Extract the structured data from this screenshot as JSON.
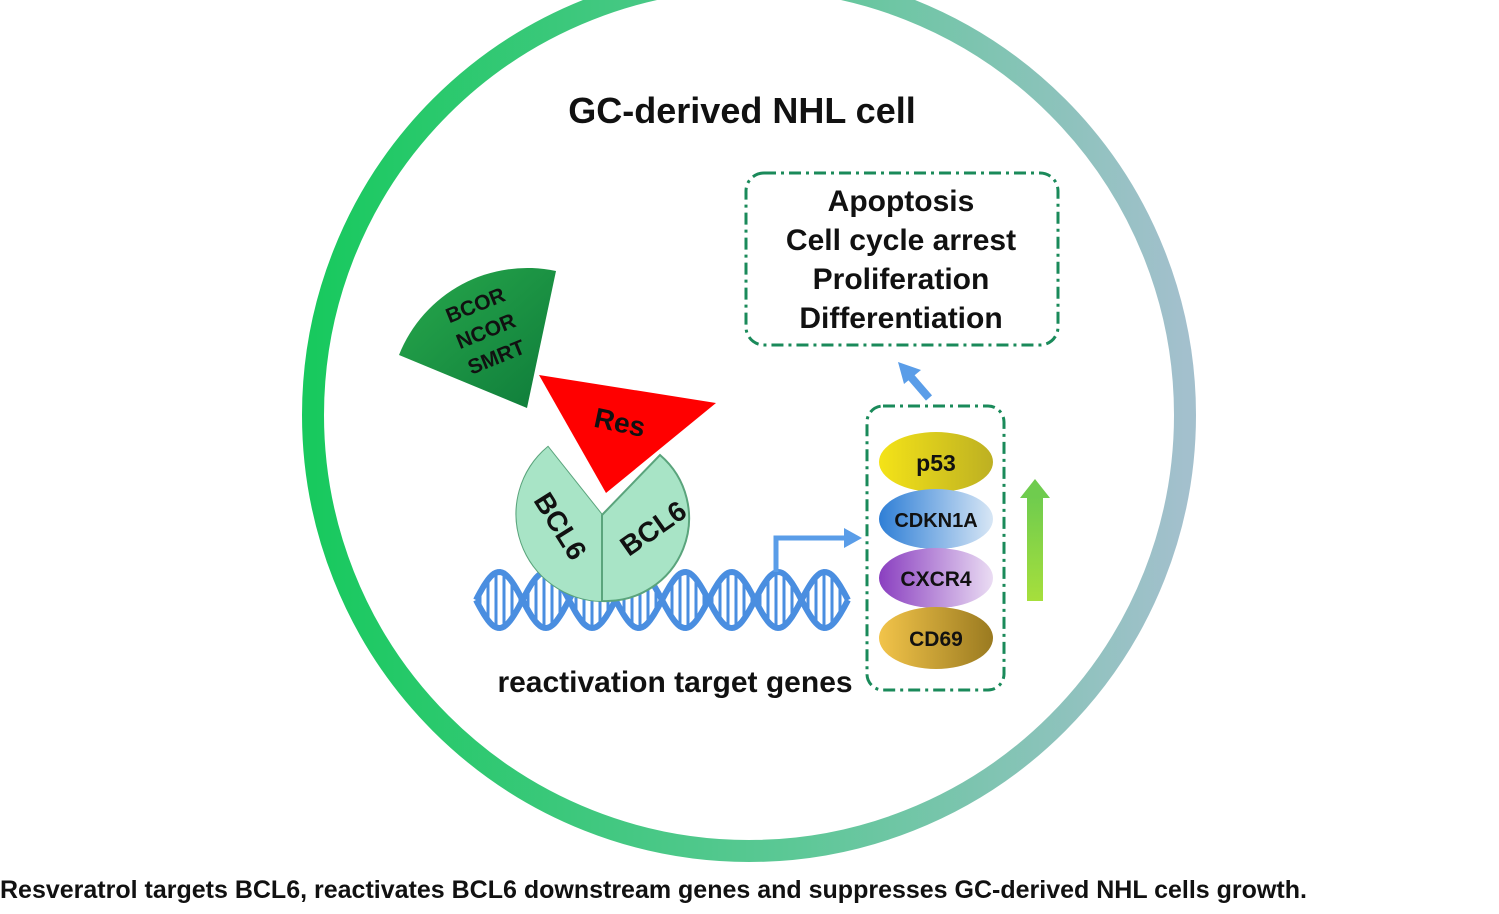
{
  "title": "GC-derived NHL cell",
  "outcomes": [
    "Apoptosis",
    "Cell cycle arrest",
    "Proliferation",
    "Differentiation"
  ],
  "corepressors": [
    "BCOR",
    "NCOR",
    "SMRT"
  ],
  "drug": {
    "label": "Res",
    "color": "#ff0000"
  },
  "bcl6": {
    "left_label": "BCL6",
    "right_label": "BCL6",
    "color": "#a6e3c2"
  },
  "target_genes": {
    "caption": "reactivation target genes",
    "genes": [
      {
        "label": "p53",
        "color": "#f2e61a"
      },
      {
        "label": "CDKN1A",
        "color": "#3b8fd8"
      },
      {
        "label": "CXCR4",
        "color": "#9a58c8"
      },
      {
        "label": "CD69",
        "color": "#d9a830"
      }
    ]
  },
  "colors": {
    "cell_ring_start": "#1ecb6a",
    "cell_ring_end": "#9fc1cc",
    "dashed_box": "#1a8a5a",
    "corepressor": "#1f9a46",
    "dna": "#4a8ee0",
    "up_arrow": "#8fd64a",
    "blue_arrow": "#5a9de8"
  },
  "figure_caption": "Resveratrol targets BCL6, reactivates BCL6 downstream genes and suppresses GC-derived NHL cells growth."
}
